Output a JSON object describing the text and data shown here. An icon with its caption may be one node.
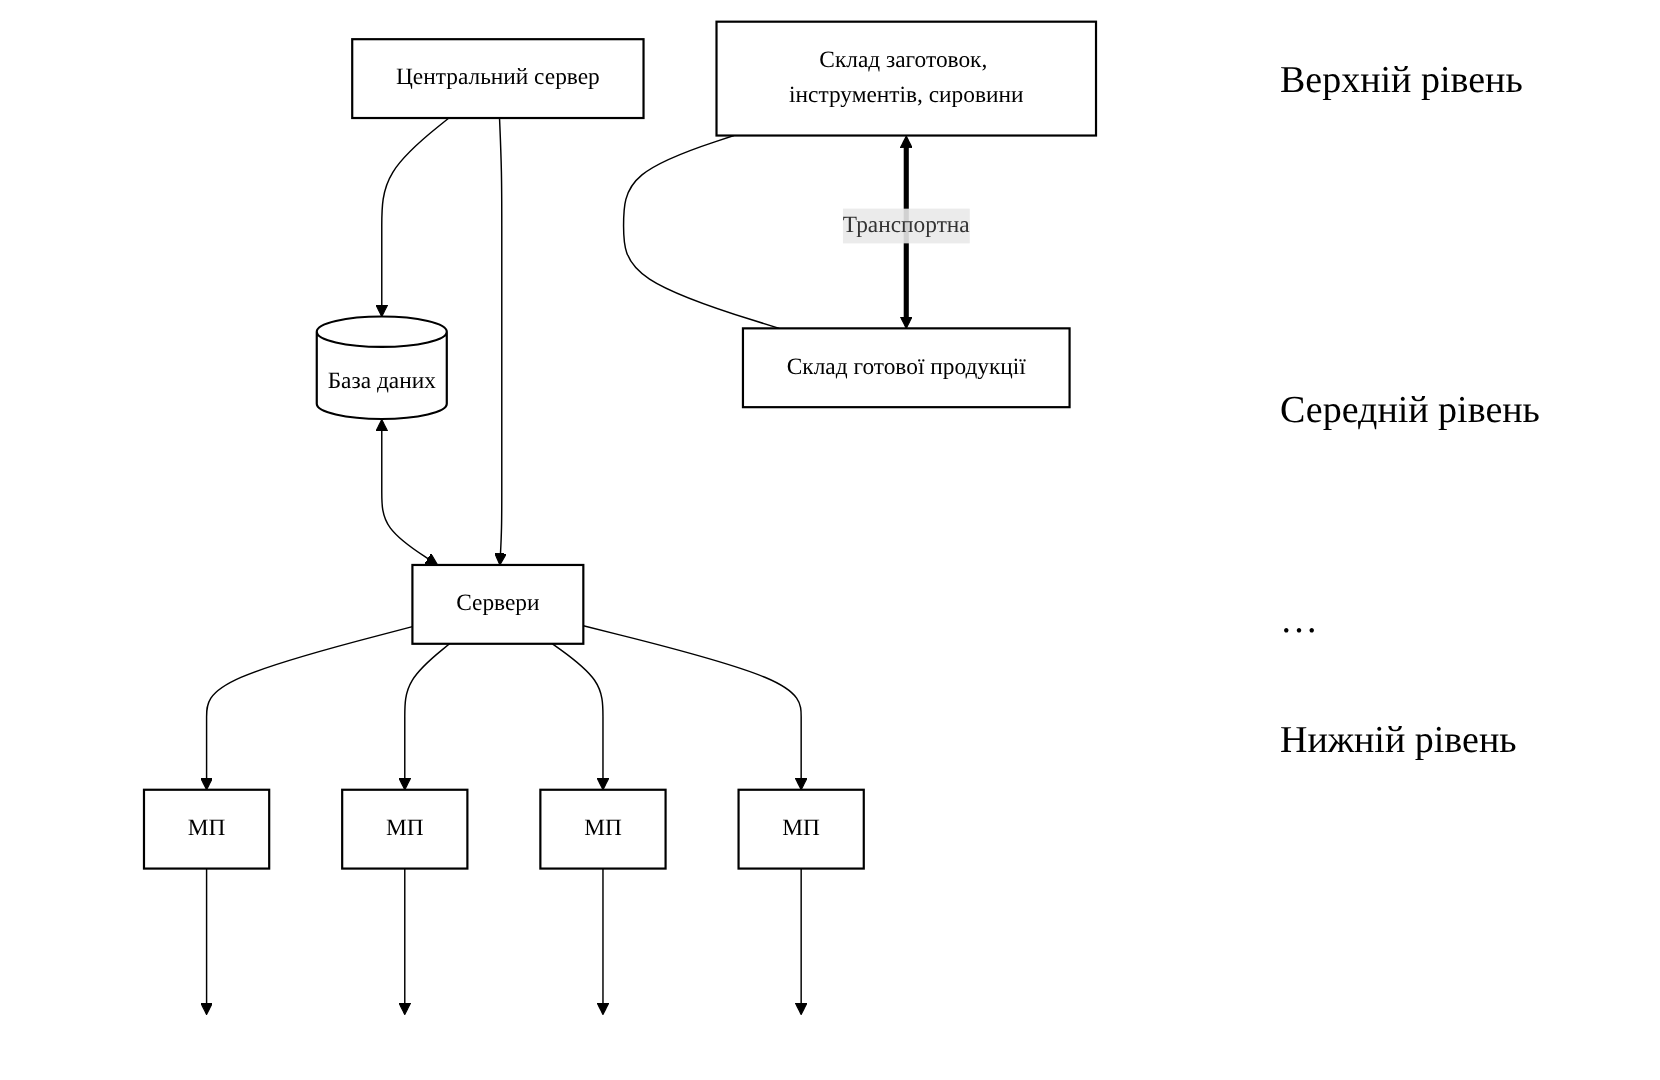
{
  "diagram": {
    "nodes": [
      {
        "text": [
          "Центральний сервер"
        ]
      },
      {
        "text": [
          "База даних"
        ]
      },
      {
        "text": [
          "Сервери"
        ]
      },
      {
        "text": [
          "МП"
        ]
      },
      {
        "text": [
          "МП"
        ]
      },
      {
        "text": [
          "МП"
        ]
      },
      {
        "text": [
          "МП"
        ]
      },
      {
        "text": [
          "Склад заготовок, інструментів, сировини"
        ]
      },
      {
        "text": [
          "Склад готової продукції"
        ]
      }
    ],
    "edges": [
      {
        "from": 0,
        "to": 1,
        "arrow": "to"
      },
      {
        "from": 0,
        "to": 2,
        "arrow": "to"
      },
      {
        "from": 1,
        "to": 2,
        "arrow": "both"
      },
      {
        "from": 2,
        "to": 3,
        "arrow": "to"
      },
      {
        "from": 2,
        "to": 4,
        "arrow": "to"
      },
      {
        "from": 2,
        "to": 5,
        "arrow": "to"
      },
      {
        "from": 2,
        "to": 6,
        "arrow": "to"
      },
      {
        "from": 3,
        "to": null,
        "arrow": "to"
      },
      {
        "from": 4,
        "to": null,
        "arrow": "to"
      },
      {
        "from": 5,
        "to": null,
        "arrow": "to"
      },
      {
        "from": 6,
        "to": null,
        "arrow": "to"
      },
      {
        "from": 7,
        "to": 8,
        "arrow": "none"
      },
      {
        "from": 7,
        "to": 8,
        "label": "Транспортна",
        "arrow": "both",
        "style": "thick"
      }
    ],
    "labels": [
      "Верхній рівень",
      "Середній рівень",
      "…",
      "Нижній рівень"
    ]
  }
}
